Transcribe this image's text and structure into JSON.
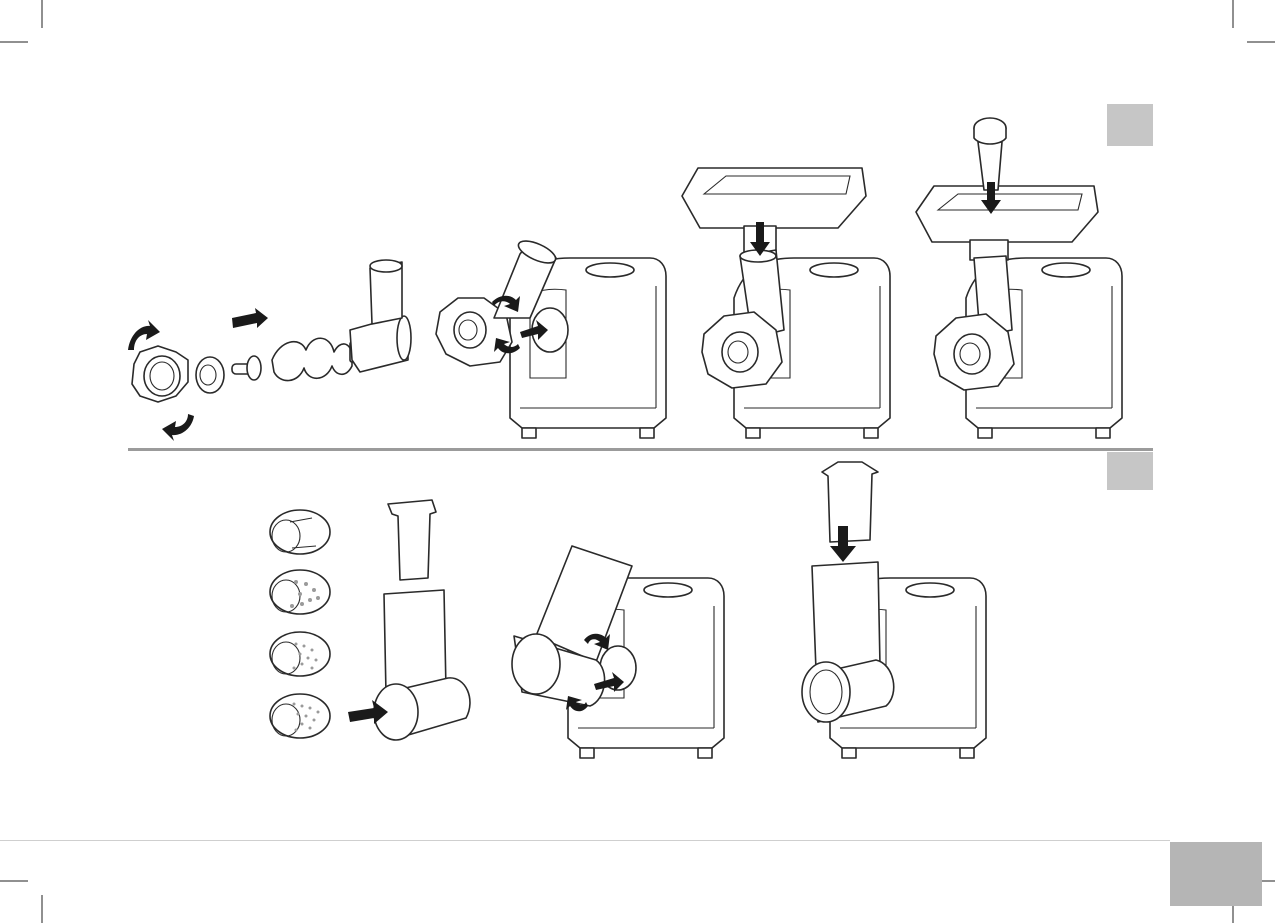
{
  "figure": {
    "description_visible_text": "",
    "sections": [
      {
        "id": "meat-grinder-assembly",
        "badge_color": "#c6c6c6",
        "steps": [
          "exploded-grinder-parts",
          "attach-grinder-head",
          "attach-tray",
          "use-pusher"
        ]
      },
      {
        "id": "shredder-assembly",
        "badge_color": "#c6c6c6",
        "steps": [
          "drum-options",
          "insert-drum",
          "attach-shredder-head",
          "use-shredder-pusher"
        ]
      }
    ],
    "page_number_color": "#b5b5b5",
    "divider_color": "#9b9b9b"
  }
}
